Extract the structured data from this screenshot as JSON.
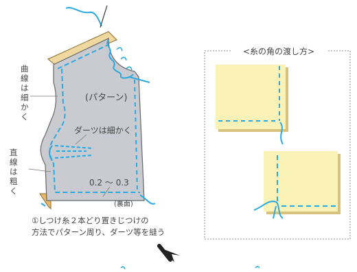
{
  "labels": {
    "curve_note": [
      "曲",
      "線",
      "は",
      "細",
      "か",
      "く"
    ],
    "straight_note": [
      "直",
      "線",
      "は",
      "粗",
      "く"
    ],
    "pattern": "(パターン)",
    "dart_note": "ダーツは細かく",
    "seam_allowance": "0.2 ～ 0.3",
    "reverse_side": "(裏面)",
    "instruction_line1": "①しつけ糸２本どり置きじつけの",
    "instruction_line2": "方法でパターン周り、ダーツ等を縫う",
    "corner_title": "<糸の角の渡し方>"
  },
  "colors": {
    "pattern_fill": "#c9cbd0",
    "paper_fill": "#fbf2b8",
    "paper_shadow": "#d6c27c",
    "thread": "#2aa9e0",
    "outline": "#666666",
    "text": "#444444",
    "arrow": "#222222"
  },
  "icons": {
    "down_arrow": "down-arrow-icon"
  }
}
